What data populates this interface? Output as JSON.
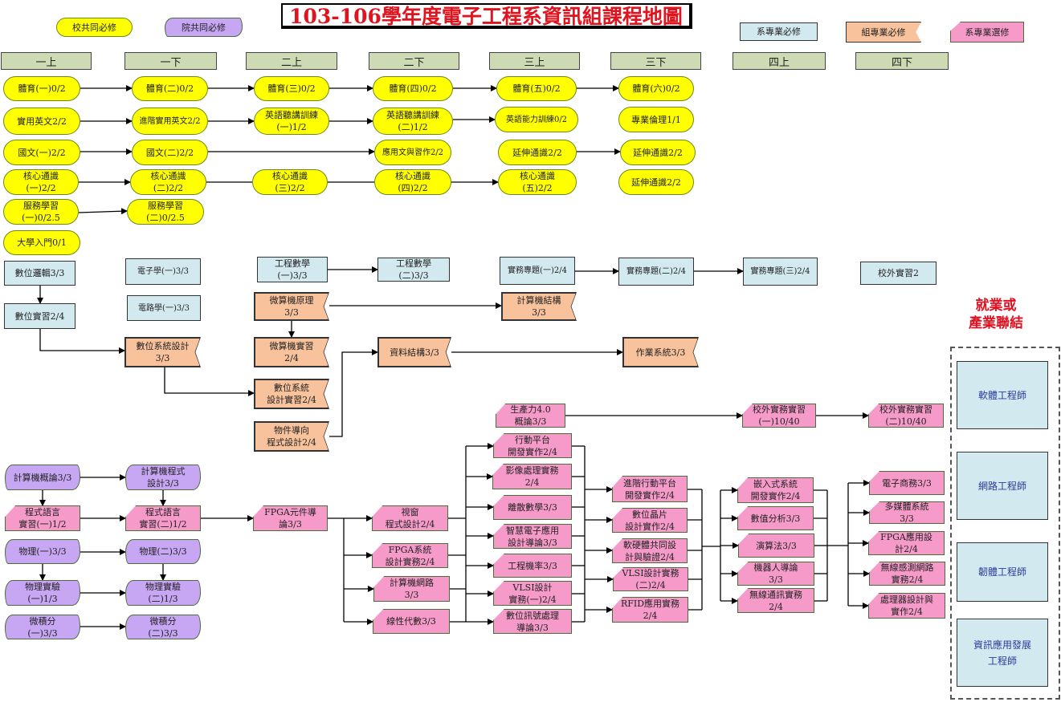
{
  "title": "103-106學年度電子工程系資訊組課程地圖",
  "legend": [
    {
      "label": "校共同必修",
      "type": "yellow"
    },
    {
      "label": "院共同必修",
      "type": "purple"
    },
    {
      "label": "系專業必修",
      "type": "blue"
    },
    {
      "label": "組專業必修",
      "type": "orange"
    },
    {
      "label": "系專業選修",
      "type": "pink"
    }
  ],
  "semesters": [
    "一上",
    "一下",
    "二上",
    "二下",
    "三上",
    "三下",
    "四上",
    "四下"
  ],
  "colors": {
    "yellow": "#ffff00",
    "blue": "#d3e9f0",
    "orange": "#f8c29c",
    "pink": "#f69bc9",
    "purple": "#c7a6f3",
    "header": "#cddab3",
    "title": "#e0141e"
  },
  "courses": [
    {
      "id": "pe1",
      "label": "體育(一)0/2",
      "type": "yellow"
    },
    {
      "id": "pe2",
      "label": "體育(二)0/2",
      "type": "yellow"
    },
    {
      "id": "pe3",
      "label": "體育(三)0/2",
      "type": "yellow"
    },
    {
      "id": "pe4",
      "label": "體育(四)0/2",
      "type": "yellow"
    },
    {
      "id": "pe5",
      "label": "體育(五)0/2",
      "type": "yellow"
    },
    {
      "id": "pe6",
      "label": "體育(六)0/2",
      "type": "yellow"
    },
    {
      "id": "en1",
      "label": "實用英文2/2",
      "type": "yellow"
    },
    {
      "id": "en2",
      "label": "進階實用英文2/2",
      "type": "yellow"
    },
    {
      "id": "en3",
      "label": "英語聽講訓練\n(一)1/2",
      "type": "yellow"
    },
    {
      "id": "en4",
      "label": "英語聽講訓練\n(二)1/2",
      "type": "yellow"
    },
    {
      "id": "en5",
      "label": "英語能力訓練0/2",
      "type": "yellow"
    },
    {
      "id": "eth",
      "label": "專業倫理1/1",
      "type": "yellow"
    },
    {
      "id": "ch1",
      "label": "國文(一)2/2",
      "type": "yellow"
    },
    {
      "id": "ch2",
      "label": "國文(二)2/2",
      "type": "yellow"
    },
    {
      "id": "ch3",
      "label": "應用文與習作2/2",
      "type": "yellow"
    },
    {
      "id": "ext1",
      "label": "延伸通識2/2",
      "type": "yellow"
    },
    {
      "id": "ext2",
      "label": "延伸通識2/2",
      "type": "yellow"
    },
    {
      "id": "ext3",
      "label": "延伸通識2/2",
      "type": "yellow"
    },
    {
      "id": "core1",
      "label": "核心通識\n(一)2/2",
      "type": "yellow"
    },
    {
      "id": "core2",
      "label": "核心通識\n(二)2/2",
      "type": "yellow"
    },
    {
      "id": "core3",
      "label": "核心通識\n(三)2/2",
      "type": "yellow"
    },
    {
      "id": "core4",
      "label": "核心通識\n(四)2/2",
      "type": "yellow"
    },
    {
      "id": "core5",
      "label": "核心通識\n(五)2/2",
      "type": "yellow"
    },
    {
      "id": "sv1",
      "label": "服務學習\n(一)0/2.5",
      "type": "yellow"
    },
    {
      "id": "sv2",
      "label": "服務學習\n(二)0/2.5",
      "type": "yellow"
    },
    {
      "id": "intro",
      "label": "大學入門0/1",
      "type": "yellow"
    },
    {
      "id": "dl",
      "label": "數位邏輯3/3",
      "type": "blue"
    },
    {
      "id": "dlab",
      "label": "數位實習2/4",
      "type": "blue"
    },
    {
      "id": "elec",
      "label": "電子學(一)3/3",
      "type": "blue"
    },
    {
      "id": "circ",
      "label": "電路學(一)3/3",
      "type": "blue"
    },
    {
      "id": "em1",
      "label": "工程數學\n(一)3/3",
      "type": "blue"
    },
    {
      "id": "em2",
      "label": "工程數學\n(二)3/3",
      "type": "blue"
    },
    {
      "id": "pj1",
      "label": "實務專題(一)2/4",
      "type": "blue"
    },
    {
      "id": "pj2",
      "label": "實務專題(二)2/4",
      "type": "blue"
    },
    {
      "id": "pj3",
      "label": "實務專題(三)2/4",
      "type": "blue"
    },
    {
      "id": "intern",
      "label": "校外實習2",
      "type": "blue"
    },
    {
      "id": "dsd",
      "label": "數位系統設計\n3/3",
      "type": "orange"
    },
    {
      "id": "mcu",
      "label": "微算機原理\n3/3",
      "type": "orange"
    },
    {
      "id": "mcul",
      "label": "微算機實習\n2/4",
      "type": "orange"
    },
    {
      "id": "dsdl",
      "label": "數位系統\n設計實習2/4",
      "type": "orange"
    },
    {
      "id": "oop",
      "label": "物件導向\n程式設計2/4",
      "type": "orange"
    },
    {
      "id": "ds",
      "label": "資料結構3/3",
      "type": "orange"
    },
    {
      "id": "ca",
      "label": "計算機結構\n3/3",
      "type": "orange"
    },
    {
      "id": "os",
      "label": "作業系統3/3",
      "type": "orange"
    },
    {
      "id": "prod",
      "label": "生產力4.0\n概論3/3",
      "type": "pink"
    },
    {
      "id": "ext_i1",
      "label": "校外實務實習\n(一)10/40",
      "type": "pink"
    },
    {
      "id": "ext_i2",
      "label": "校外實務實習\n(二)10/40",
      "type": "pink"
    },
    {
      "id": "icomp",
      "label": "計算機概論3/3",
      "type": "purple"
    },
    {
      "id": "cprog",
      "label": "計算機程式\n設計3/3",
      "type": "purple"
    },
    {
      "id": "pl1",
      "label": "程式語言\n實習(一)1/2",
      "type": "pink"
    },
    {
      "id": "pl2",
      "label": "程式語言\n實習(二)1/2",
      "type": "pink"
    },
    {
      "id": "ph1",
      "label": "物理(一)3/3",
      "type": "purple"
    },
    {
      "id": "ph2",
      "label": "物理(二)3/3",
      "type": "purple"
    },
    {
      "id": "phl1",
      "label": "物理實驗\n(一)1/3",
      "type": "purple"
    },
    {
      "id": "phl2",
      "label": "物理實驗\n(二)1/3",
      "type": "purple"
    },
    {
      "id": "calc1",
      "label": "微積分\n(一)3/3",
      "type": "purple"
    },
    {
      "id": "calc2",
      "label": "微積分\n(二)3/3",
      "type": "purple"
    },
    {
      "id": "fpga1",
      "label": "FPGA元件導\n論3/3",
      "type": "pink"
    },
    {
      "id": "win",
      "label": "視窗\n程式設計2/4",
      "type": "pink"
    },
    {
      "id": "fpgas",
      "label": "FPGA系統\n設計實務2/4",
      "type": "pink"
    },
    {
      "id": "net",
      "label": "計算機網路\n3/3",
      "type": "pink"
    },
    {
      "id": "la",
      "label": "線性代數3/3",
      "type": "pink"
    },
    {
      "id": "mob",
      "label": "行動平台\n開發實作2/4",
      "type": "pink"
    },
    {
      "id": "img",
      "label": "影像處理實務\n2/4",
      "type": "pink"
    },
    {
      "id": "dm",
      "label": "離散數學3/3",
      "type": "pink"
    },
    {
      "id": "smart",
      "label": "智慧電子應用\n設計導論3/3",
      "type": "pink"
    },
    {
      "id": "prob",
      "label": "工程機率3/3",
      "type": "pink"
    },
    {
      "id": "vlsi1",
      "label": "VLSI設計\n實務(一)2/4",
      "type": "pink"
    },
    {
      "id": "dsp",
      "label": "數位訊號處理\n導論3/3",
      "type": "pink"
    },
    {
      "id": "amob",
      "label": "進階行動平台\n開發實作2/4",
      "type": "pink"
    },
    {
      "id": "chip",
      "label": "數位晶片\n設計實作2/4",
      "type": "pink"
    },
    {
      "id": "hsw",
      "label": "軟硬體共同設\n計與驗證2/4",
      "type": "pink"
    },
    {
      "id": "vlsi2",
      "label": "VLSI設計實務\n(二)2/4",
      "type": "pink"
    },
    {
      "id": "rfid",
      "label": "RFID應用實務\n2/4",
      "type": "pink"
    },
    {
      "id": "emb",
      "label": "嵌入式系統\n開發實作2/4",
      "type": "pink"
    },
    {
      "id": "num",
      "label": "數值分析3/3",
      "type": "pink"
    },
    {
      "id": "alg",
      "label": "演算法3/3",
      "type": "pink"
    },
    {
      "id": "robot",
      "label": "機器人導論\n3/3",
      "type": "pink"
    },
    {
      "id": "wcom",
      "label": "無線通訊實務\n2/4",
      "type": "pink"
    },
    {
      "id": "ecom",
      "label": "電子商務3/3",
      "type": "pink"
    },
    {
      "id": "mm",
      "label": "多媒體系統\n3/3",
      "type": "pink"
    },
    {
      "id": "fpgaa",
      "label": "FPGA應用設\n計2/4",
      "type": "pink"
    },
    {
      "id": "wsn",
      "label": "無線感測網路\n實務2/4",
      "type": "pink"
    },
    {
      "id": "proc",
      "label": "處理器設計與\n實作2/4",
      "type": "pink"
    }
  ],
  "career": {
    "heading": "就業或\n產業聯結",
    "jobs": [
      "軟體工程師",
      "網路工程師",
      "韌體工程師",
      "資訊應用發展\n工程師"
    ]
  }
}
